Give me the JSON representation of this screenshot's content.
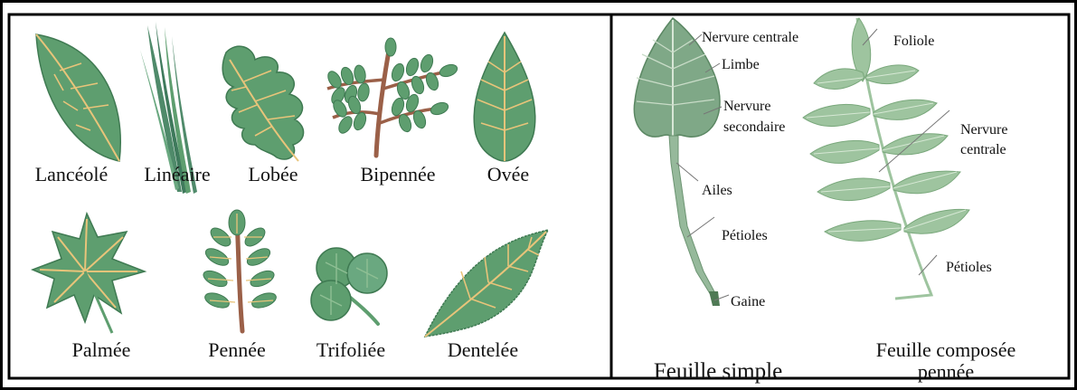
{
  "leaf_shapes": {
    "lanceole": "Lancéolé",
    "lineaire": "Linéaire",
    "lobee": "Lobée",
    "bipennee": "Bipennée",
    "ovee": "Ovée",
    "palmee": "Palmée",
    "pennee": "Pennée",
    "trifoliee": "Trifoliée",
    "dentelee": "Dentelée"
  },
  "simple_leaf": {
    "title": "Feuille simple",
    "labels": {
      "nervure_centrale": "Nervure centrale",
      "limbe": "Limbe",
      "nervure_secondaire_1": "Nervure",
      "nervure_secondaire_2": "secondaire",
      "ailes": "Ailes",
      "petioles": "Pétioles",
      "gaine": "Gaine"
    }
  },
  "compound_leaf": {
    "title_line1": "Feuille composée",
    "title_line2": "pennée",
    "labels": {
      "foliole": "Foliole",
      "nervure_1": "Nervure",
      "nervure_2": "centrale",
      "petioles": "Pétioles"
    }
  },
  "colors": {
    "leaf_green": "#5e9e6f",
    "leaf_light": "#8fbf94",
    "vein": "#e8c47a",
    "stem_brown": "#9b6048",
    "border": "#000000"
  }
}
